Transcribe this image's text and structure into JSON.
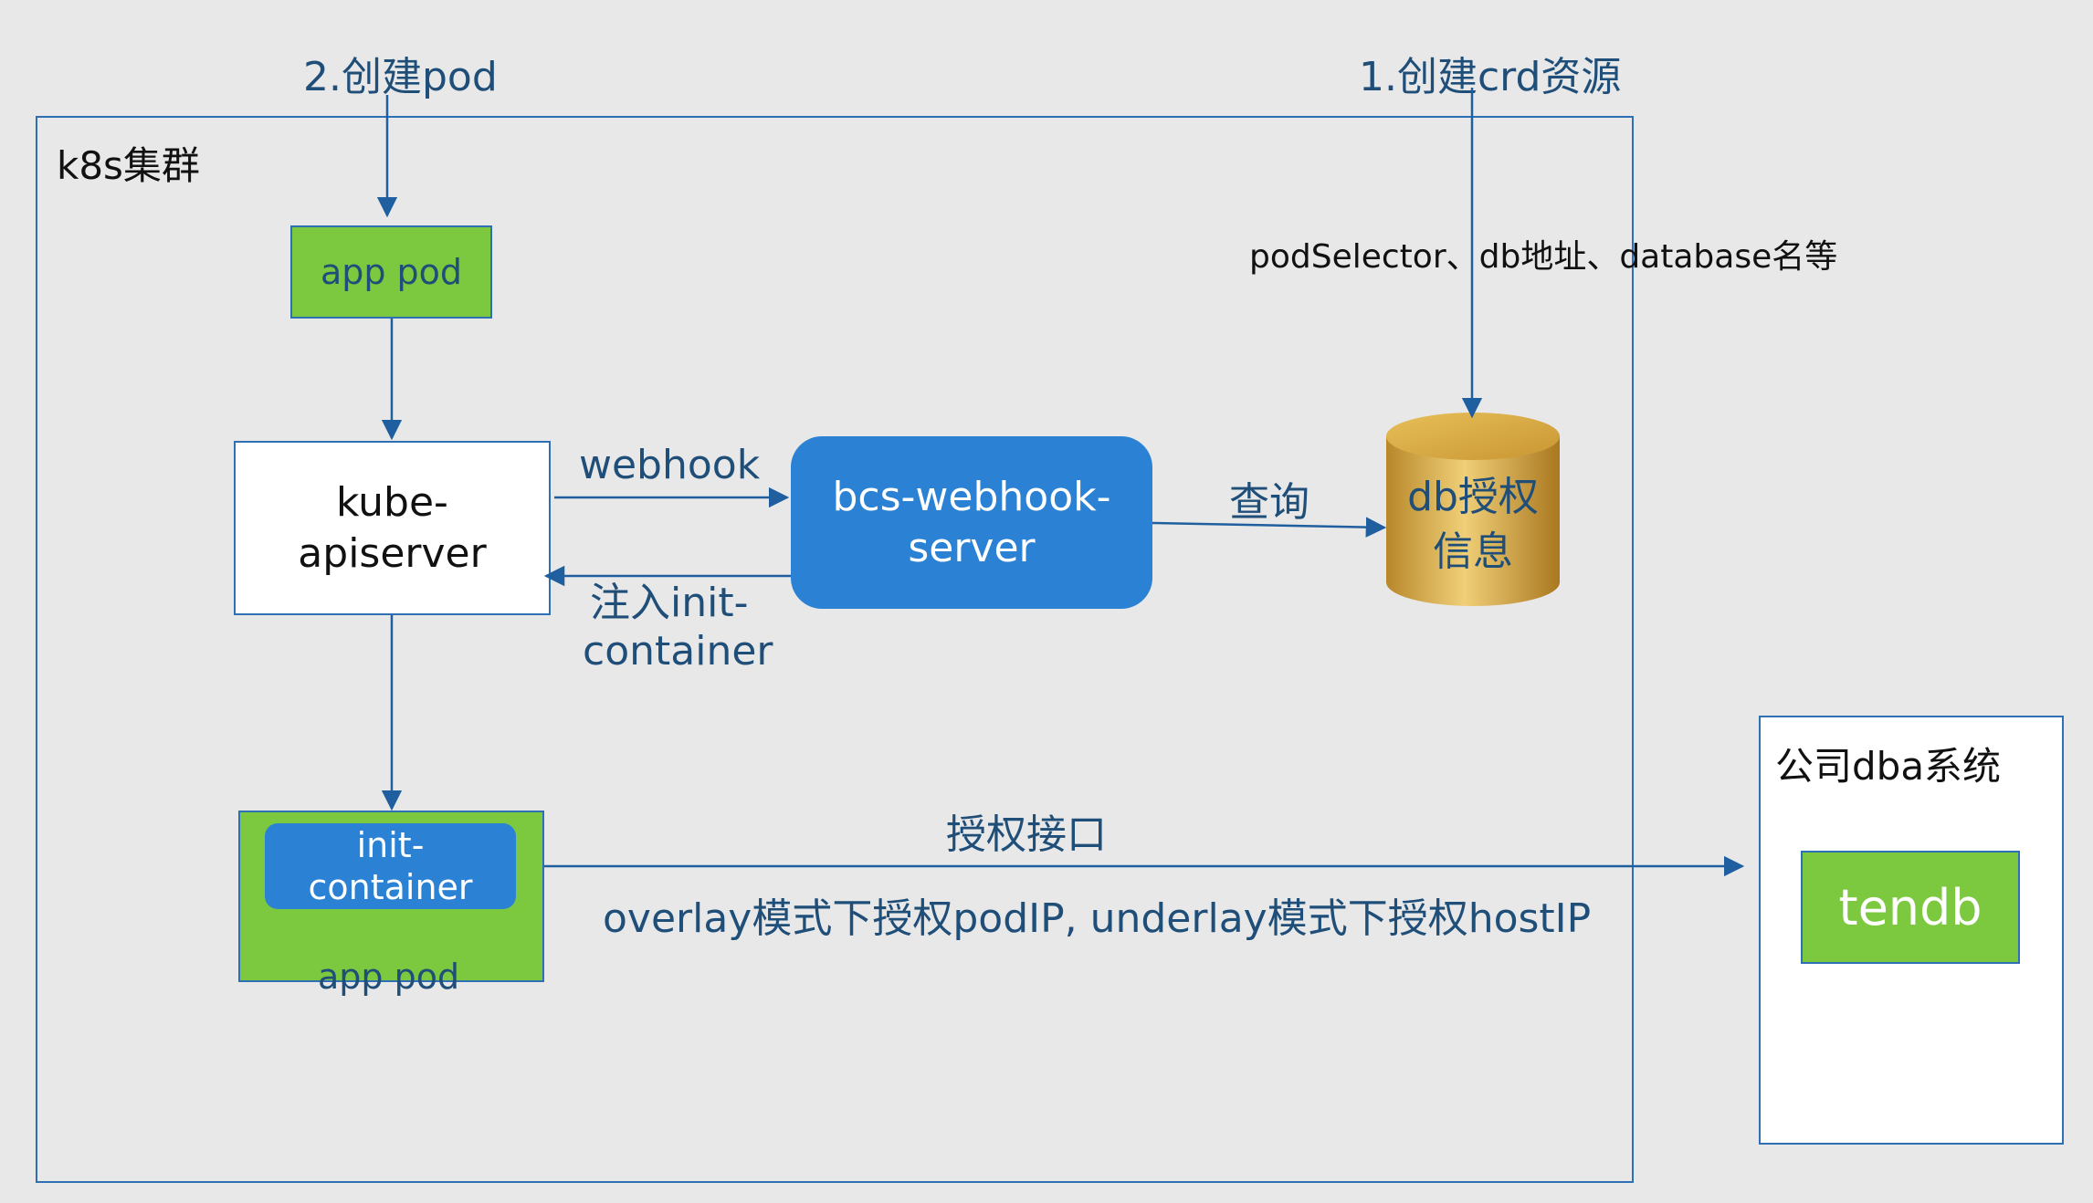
{
  "labels": {
    "create_pod": "2.创建pod",
    "create_crd": "1.创建crd资源",
    "cluster": "k8s集群",
    "crd_fields": "podSelector、db地址、database名等",
    "app_pod_top": "app pod",
    "kube_apiserver_line1": "kube-",
    "kube_apiserver_line2": "apiserver",
    "webhook": "webhook",
    "inject_line1": "注入init-",
    "inject_line2": "container",
    "bcs_line1": "bcs-webhook-",
    "bcs_line2": "server",
    "query": "查询",
    "db_line1": "db授权",
    "db_line2": "信息",
    "init_line1": "init-",
    "init_line2": "container",
    "app_pod_bottom": "app pod",
    "auth_api": "授权接口",
    "auth_mode": "overlay模式下授权podIP, underlay模式下授权hostIP",
    "dba_system": "公司dba系统",
    "tendb": "tendb"
  },
  "colors": {
    "background": "#e8e8e8",
    "border_blue": "#2f6fb3",
    "green": "#7cc940",
    "server_blue": "#2b82d4",
    "text_blue": "#1f4e79",
    "db_gold": "#d4a73a"
  }
}
